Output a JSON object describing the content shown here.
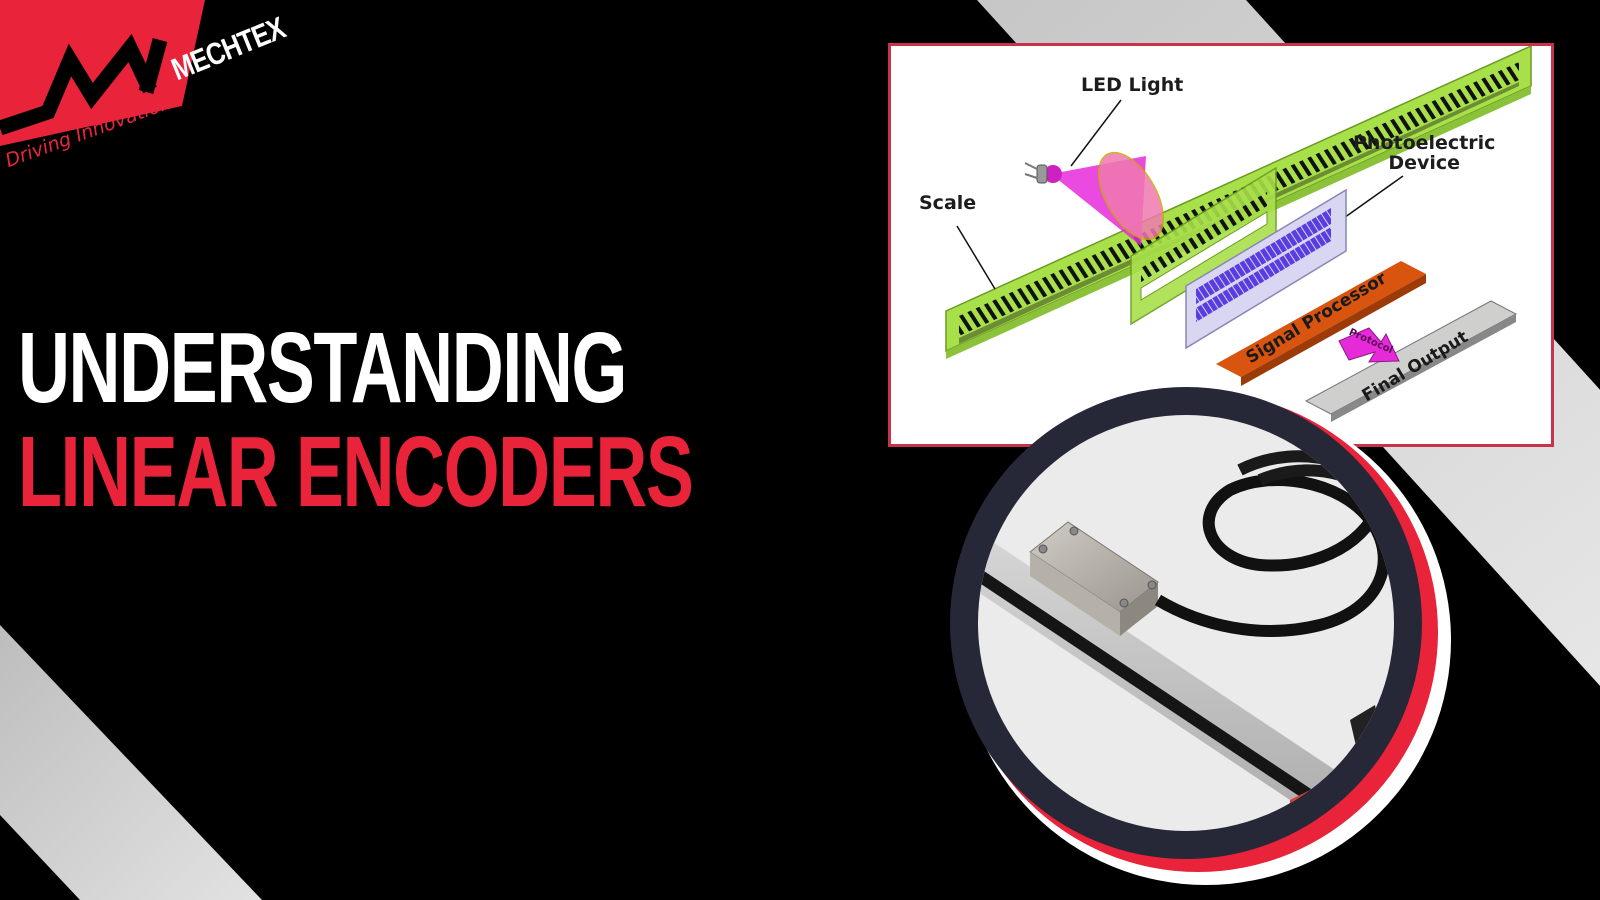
{
  "brand": {
    "name": "MECHTEX",
    "tagline": "Driving Innovation",
    "logo_icon": "m-zigzag-logo-icon",
    "colors": {
      "red": "#e8233a",
      "black": "#000000",
      "white": "#ffffff",
      "stripe_gray": "#cfcfcf",
      "navy_ring": "#262838"
    }
  },
  "title": {
    "line1": "UNDERSTANDING",
    "line2": "LINEAR ENCODERS"
  },
  "diagram": {
    "labels": {
      "led": "LED Light",
      "scale": "Scale",
      "photoelectric_line1": "Photoelectric",
      "photoelectric_line2": "Device",
      "signal_processor": "Signal Processor",
      "protocol": "Protocol",
      "final_output": "Final Output"
    },
    "colors": {
      "scale_green": "#a8e04a",
      "led_magenta": "#e62ad9",
      "photo_panel": "#d9d6f2",
      "photo_cells": "#5a3de0",
      "processor_orange": "#d9540e",
      "output_gray": "#cfd0ce",
      "border_red": "#c8334a"
    }
  },
  "photo": {
    "subject": "linear-encoder-product-photo",
    "ring_colors": [
      "#262838",
      "#e8233a",
      "#ffffff"
    ]
  }
}
